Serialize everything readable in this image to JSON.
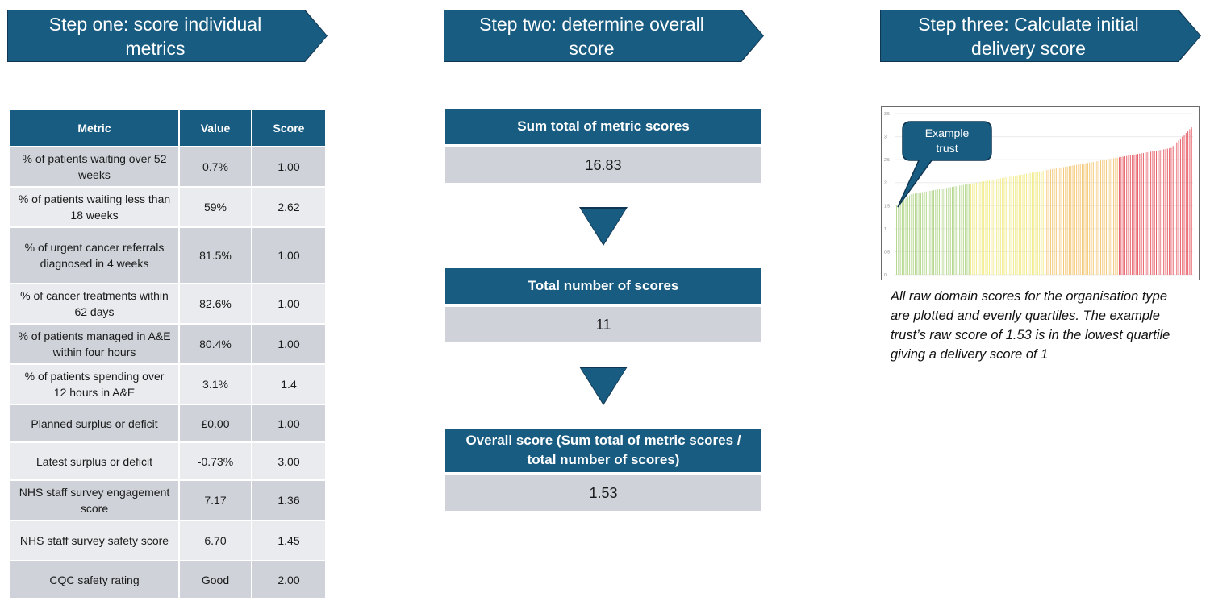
{
  "steps": [
    {
      "line1": "Step one: score individual",
      "line2": "metrics"
    },
    {
      "line1": "Step two: determine overall",
      "line2": "score"
    },
    {
      "line1": "Step three: Calculate initial",
      "line2": "delivery score"
    }
  ],
  "table": {
    "headers": [
      "Metric",
      "Value",
      "Score"
    ],
    "rows": [
      {
        "metric": "% of patients waiting over 52 weeks",
        "value": "0.7%",
        "score": "1.00"
      },
      {
        "metric": "% of patients waiting less than 18 weeks",
        "value": "59%",
        "score": "2.62"
      },
      {
        "metric": "% of urgent cancer referrals diagnosed in 4 weeks",
        "value": "81.5%",
        "score": "1.00"
      },
      {
        "metric": "% of cancer treatments within 62 days",
        "value": "82.6%",
        "score": "1.00"
      },
      {
        "metric": "% of patients managed in A&E within four hours",
        "value": "80.4%",
        "score": "1.00"
      },
      {
        "metric": "% of patients spending over 12 hours in A&E",
        "value": "3.1%",
        "score": "1.4"
      },
      {
        "metric": "Planned surplus or deficit",
        "value": "£0.00",
        "score": "1.00"
      },
      {
        "metric": "Latest surplus or deficit",
        "value": "-0.73%",
        "score": "3.00"
      },
      {
        "metric": "NHS staff survey engagement score",
        "value": "7.17",
        "score": "1.36"
      },
      {
        "metric": "NHS staff survey safety score",
        "value": "6.70",
        "score": "1.45"
      },
      {
        "metric": "CQC safety rating",
        "value": "Good",
        "score": "2.00"
      }
    ]
  },
  "step_two": {
    "sum_label": "Sum total of metric scores",
    "sum_value": "16.83",
    "count_label": "Total number of scores",
    "count_value": "11",
    "overall_label_line1": "Overall score (Sum total of metric scores /",
    "overall_label_line2": "total number of scores)",
    "overall_value": "1.53"
  },
  "step_three": {
    "callout_line1": "Example",
    "callout_line2": "trust",
    "caption": "All raw domain scores for the organisation type are plotted and evenly quartiles. The example trust’s raw score of 1.53 is in the lowest quartile giving a delivery score of 1"
  },
  "colors": {
    "banner": "#185c82",
    "table_row_dark": "#cfd3d9",
    "table_row_light": "#e9ebee",
    "quartile_1": "#b5d78e",
    "quartile_2": "#f2ec8c",
    "quartile_3": "#f5c97a",
    "quartile_4": "#e8646e"
  },
  "chart_data": {
    "type": "bar",
    "y_tick_labels": [
      "3.5",
      "3",
      "2.5",
      "2",
      "1.5",
      "1",
      "0.5",
      "0"
    ],
    "ylim": [
      0,
      3.5
    ],
    "n_bars": 160,
    "values_sorted_ascending_range": [
      1.5,
      3.2
    ],
    "example_trust_value": 1.53,
    "grid": true,
    "legend": "none"
  }
}
